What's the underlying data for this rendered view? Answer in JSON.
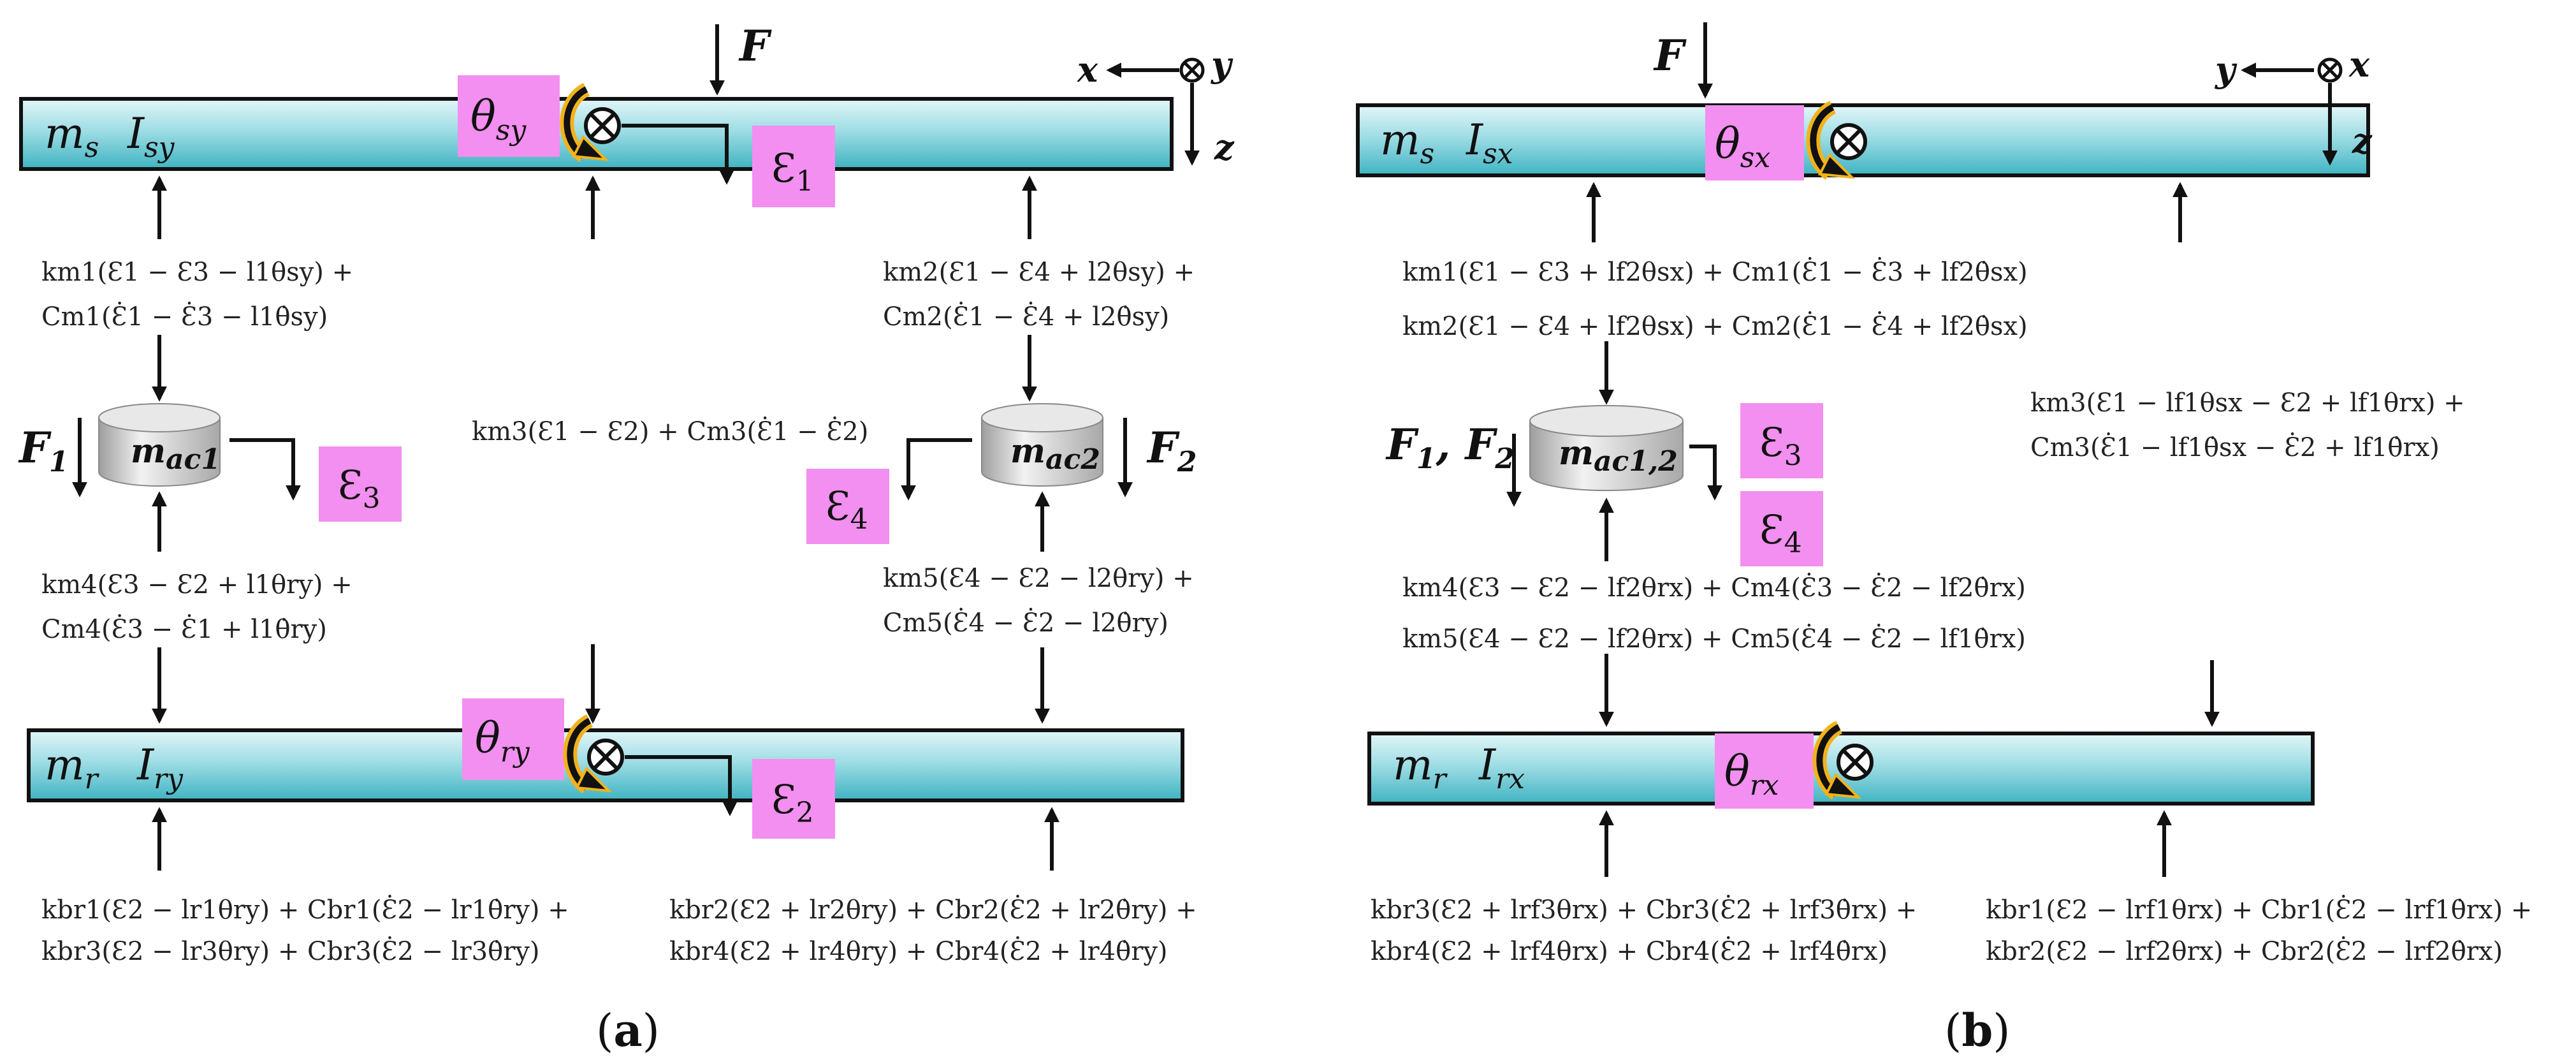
{
  "colors": {
    "beam_fill_top": "#e2f6f8",
    "beam_fill_bottom": "#3fb3c2",
    "highlight_box": "#f28ff0",
    "rotation_arrow": "#111111",
    "rotation_arrow_outline": "#f2b21b",
    "mass_cylinder": "#cfcfcf"
  },
  "panel_a": {
    "caption_letter": "a",
    "force_top": "F",
    "axis_horizontal": "x",
    "axis_out_of_page": "y",
    "axis_vertical": "z",
    "sprung_mass": {
      "symbol": "m",
      "subscript": "s"
    },
    "sprung_inertia": {
      "symbol": "I",
      "subscript": "sy"
    },
    "sprung_rotation": {
      "symbol": "θ",
      "subscript": "sy"
    },
    "sprung_displacement": {
      "symbol": "Ɛ",
      "subscript": "1"
    },
    "actuator_mass_1": {
      "symbol": "m",
      "subscript": "ac1"
    },
    "actuator_mass_2": {
      "symbol": "m",
      "subscript": "ac2"
    },
    "force_1": {
      "symbol": "F",
      "subscript": "1"
    },
    "force_2": {
      "symbol": "F",
      "subscript": "2"
    },
    "displacement_3": {
      "symbol": "Ɛ",
      "subscript": "3"
    },
    "displacement_4": {
      "symbol": "Ɛ",
      "subscript": "4"
    },
    "rail_mass": {
      "symbol": "m",
      "subscript": "r"
    },
    "rail_inertia": {
      "symbol": "I",
      "subscript": "ry"
    },
    "rail_rotation": {
      "symbol": "θ",
      "subscript": "ry"
    },
    "rail_displacement": {
      "symbol": "Ɛ",
      "subscript": "2"
    },
    "eq_km1_line1": "km1(Ɛ1 − Ɛ3 − l1θsy) +",
    "eq_km1_line2": "Cm1(Ɛ̇1 − Ɛ̇3 − l1θ̇sy)",
    "eq_km2_line1": "km2(Ɛ1 − Ɛ4 + l2θsy) +",
    "eq_km2_line2": "Cm2(Ɛ̇1 − Ɛ̇4 + l2θ̇sy)",
    "eq_km3": "km3(Ɛ1 − Ɛ2) + Cm3(Ɛ̇1 − Ɛ̇2)",
    "eq_km4_line1": "km4(Ɛ3 − Ɛ2 + l1θry) +",
    "eq_km4_line2": "Cm4(Ɛ̇3 − Ɛ̇1 + l1θ̇ry)",
    "eq_km5_line1": "km5(Ɛ4 − Ɛ2 − l2θry) +",
    "eq_km5_line2": "Cm5(Ɛ̇4 − Ɛ̇2 − l2θ̇ry)",
    "eq_kbr1_line1": "kbr1(Ɛ2 − lr1θry) + Cbr1(Ɛ̇2 − lr1θ̇ry) +",
    "eq_kbr1_line2": "kbr3(Ɛ2 − lr3θry) + Cbr3(Ɛ̇2 − lr3θ̇ry)",
    "eq_kbr2_line1": "kbr2(Ɛ2 + lr2θry) + Cbr2(Ɛ̇2 + lr2θ̇ry) +",
    "eq_kbr2_line2": "kbr4(Ɛ2 + lr4θry) + Cbr4(Ɛ̇2 + lr4θ̇ry)"
  },
  "panel_b": {
    "caption_letter": "b",
    "force_top": "F",
    "axis_horizontal": "y",
    "axis_out_of_page": "x",
    "axis_vertical": "z",
    "sprung_mass": {
      "symbol": "m",
      "subscript": "s"
    },
    "sprung_inertia": {
      "symbol": "I",
      "subscript": "sx"
    },
    "sprung_rotation": {
      "symbol": "θ",
      "subscript": "sx"
    },
    "actuator_mass": {
      "symbol": "m",
      "subscript": "ac1,2"
    },
    "forces": {
      "symbol_1": "F",
      "subscript_1": "1",
      "separator": ", ",
      "symbol_2": "F",
      "subscript_2": "2"
    },
    "displacement_3": {
      "symbol": "Ɛ",
      "subscript": "3"
    },
    "displacement_4": {
      "symbol": "Ɛ",
      "subscript": "4"
    },
    "rail_mass": {
      "symbol": "m",
      "subscript": "r"
    },
    "rail_inertia": {
      "symbol": "I",
      "subscript": "rx"
    },
    "rail_rotation": {
      "symbol": "θ",
      "subscript": "rx"
    },
    "eq_km1": "km1(Ɛ1 − Ɛ3 + lf2θsx) + Cm1(Ɛ̇1 − Ɛ̇3 + lf2θ̇sx)",
    "eq_km2": "km2(Ɛ1 − Ɛ4 + lf2θsx) + Cm2(Ɛ̇1 − Ɛ̇4 + lf2θ̇sx)",
    "eq_km3_line1": "km3(Ɛ1 − lf1θsx − Ɛ2 + lf1θrx) +",
    "eq_km3_line2": "Cm3(Ɛ̇1 − lf1θ̇sx − Ɛ̇2 + lf1θ̇rx)",
    "eq_km4": "km4(Ɛ3 − Ɛ2 − lf2θrx) + Cm4(Ɛ̇3 − Ɛ̇2 − lf2θ̇rx)",
    "eq_km5": "km5(Ɛ4 − Ɛ2 − lf2θrx) + Cm5(Ɛ̇4 − Ɛ̇2 − lf1θ̇rx)",
    "eq_kbr3_line1": "kbr3(Ɛ2 + lrf3θrx) + Cbr3(Ɛ̇2 + lrf3θ̇rx) +",
    "eq_kbr3_line2": "kbr4(Ɛ2 + lrf4θrx) + Cbr4(Ɛ̇2 + lrf4θ̇rx)",
    "eq_kbr1_line1": "kbr1(Ɛ2 − lrf1θrx) + Cbr1(Ɛ̇2 − lrf1θ̇rx) +",
    "eq_kbr1_line2": "kbr2(Ɛ2 − lrf2θrx) + Cbr2(Ɛ̇2 − lrf2θ̇rx)"
  }
}
